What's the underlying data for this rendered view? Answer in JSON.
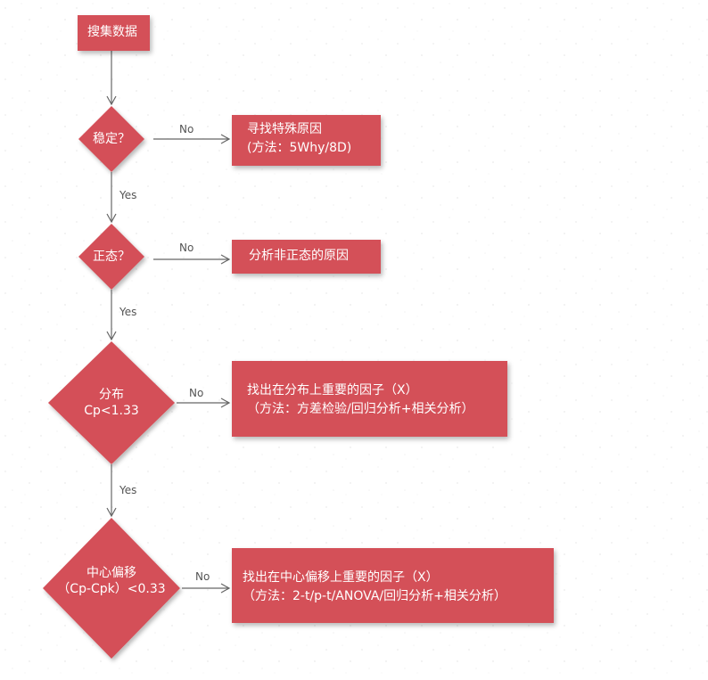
{
  "nodes": {
    "start": {
      "label": "搜集数据"
    },
    "stable": {
      "label": "稳定？"
    },
    "special_cause": {
      "line1": "寻找特殊原因",
      "line2": "(方法：5Why/8D)"
    },
    "normal": {
      "label": "正态？"
    },
    "non_normal": {
      "label": "分析非正态的原因"
    },
    "distribution": {
      "line1": "分布",
      "line2": "Cp<1.33"
    },
    "dist_factors": {
      "line1": "找出在分布上重要的因子（X）",
      "line2": "（方法：方差检验/回归分析+相关分析）"
    },
    "center_shift": {
      "line1": "中心偏移",
      "line2": "（Cp-Cpk）<0.33"
    },
    "center_factors": {
      "line1": "找出在中心偏移上重要的因子（X）",
      "line2": "（方法：2-t/p-t/ANOVA/回归分析+相关分析）"
    }
  },
  "edges": {
    "stable_no": "No",
    "stable_yes": "Yes",
    "normal_no": "No",
    "normal_yes": "Yes",
    "dist_no": "No",
    "dist_yes": "Yes",
    "center_no": "No"
  },
  "colors": {
    "node_fill": "#d45058",
    "node_text": "#ffffff",
    "connector": "#666666",
    "edge_label": "#555555"
  }
}
